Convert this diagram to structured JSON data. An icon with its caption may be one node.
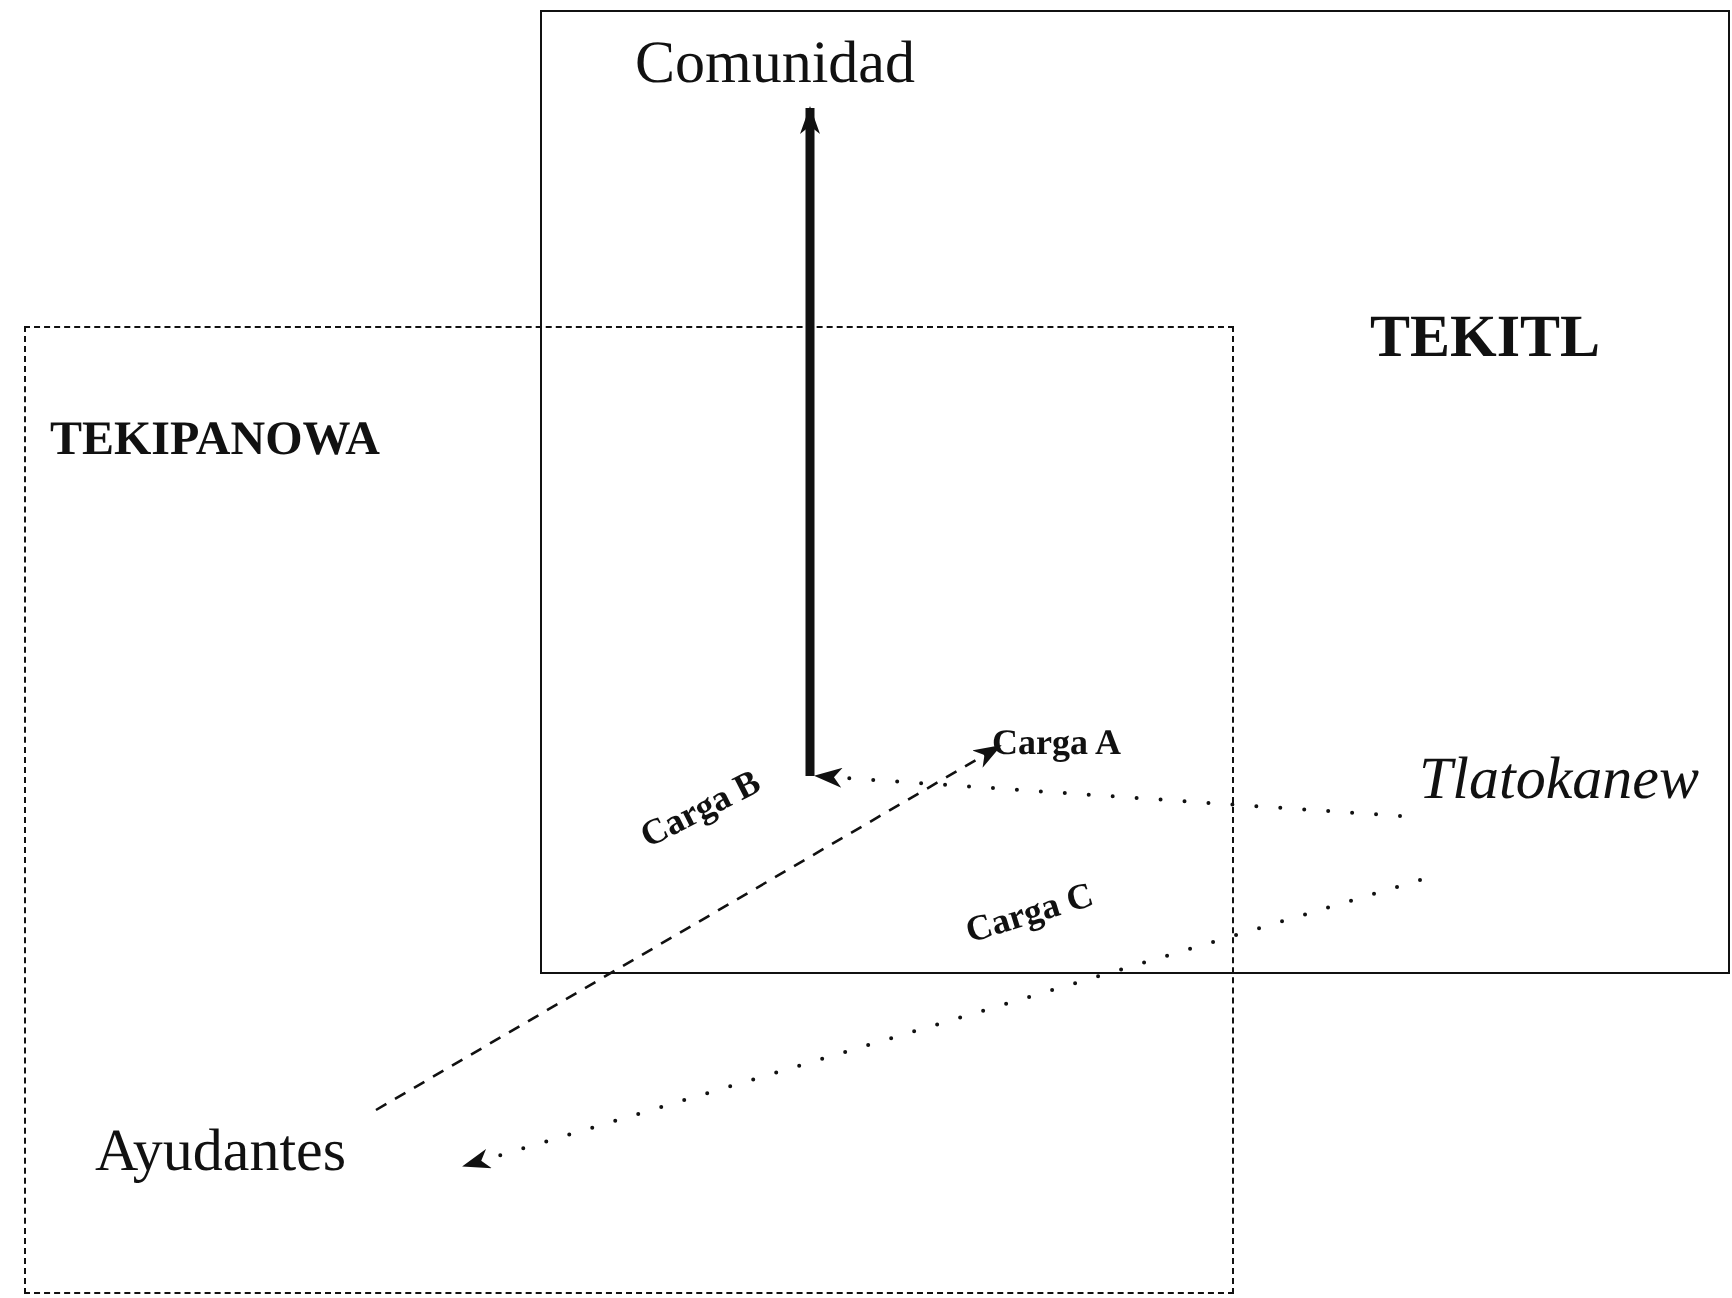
{
  "diagram": {
    "nodes": [
      {
        "text": [
          "TEKITL"
        ]
      },
      {
        "text": [
          "TEKIPANOWA"
        ]
      },
      {
        "text": [
          "Comunidad"
        ],
        "in": 0
      },
      {
        "text": [
          "Tlatokanew"
        ],
        "in": 0
      },
      {
        "text": [
          "Ayudantes"
        ],
        "in": 1
      }
    ],
    "edges": [
      {
        "from": null,
        "to": 2,
        "arrow": "to",
        "style": "thick"
      },
      {
        "from": 3,
        "to": null,
        "arrow": "to",
        "style": "dashed",
        "label": "Carga A"
      },
      {
        "from": 4,
        "to": null,
        "arrow": "to",
        "style": "dashed",
        "label": "Carga B"
      },
      {
        "from": 3,
        "to": 4,
        "arrow": "to",
        "style": "dashed",
        "label": "Carga C"
      }
    ]
  }
}
